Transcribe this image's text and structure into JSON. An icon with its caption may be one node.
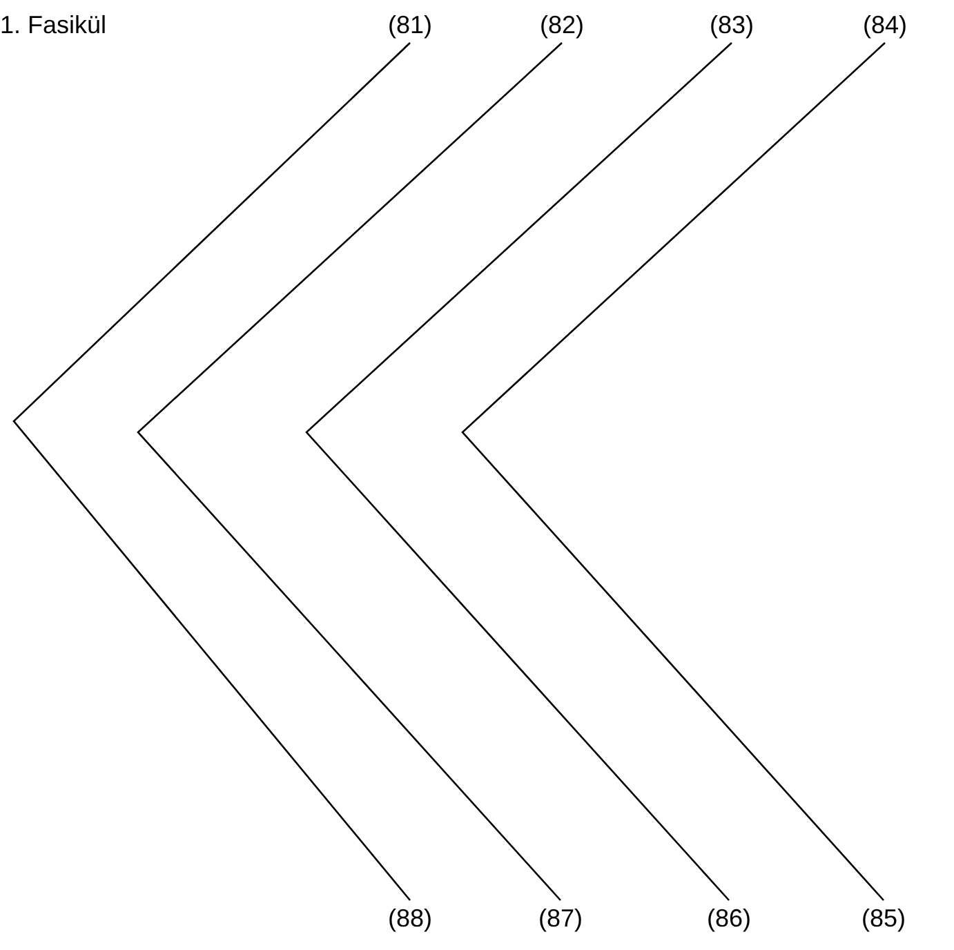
{
  "diagram": {
    "title": "1. Fasikül",
    "nodes": [
      {
        "text": [
          "(81)"
        ]
      },
      {
        "text": [
          "(82)"
        ]
      },
      {
        "text": [
          "(83)"
        ]
      },
      {
        "text": [
          "(84)"
        ]
      },
      {
        "text": [
          "(88)"
        ]
      },
      {
        "text": [
          "(87)"
        ]
      },
      {
        "text": [
          "(86)"
        ]
      },
      {
        "text": [
          "(85)"
        ]
      }
    ],
    "edges": [
      {
        "from": 0,
        "to": 4,
        "arrow": "none"
      },
      {
        "from": 1,
        "to": 5,
        "arrow": "none"
      },
      {
        "from": 2,
        "to": 6,
        "arrow": "none"
      },
      {
        "from": 3,
        "to": 7,
        "arrow": "none"
      }
    ]
  }
}
